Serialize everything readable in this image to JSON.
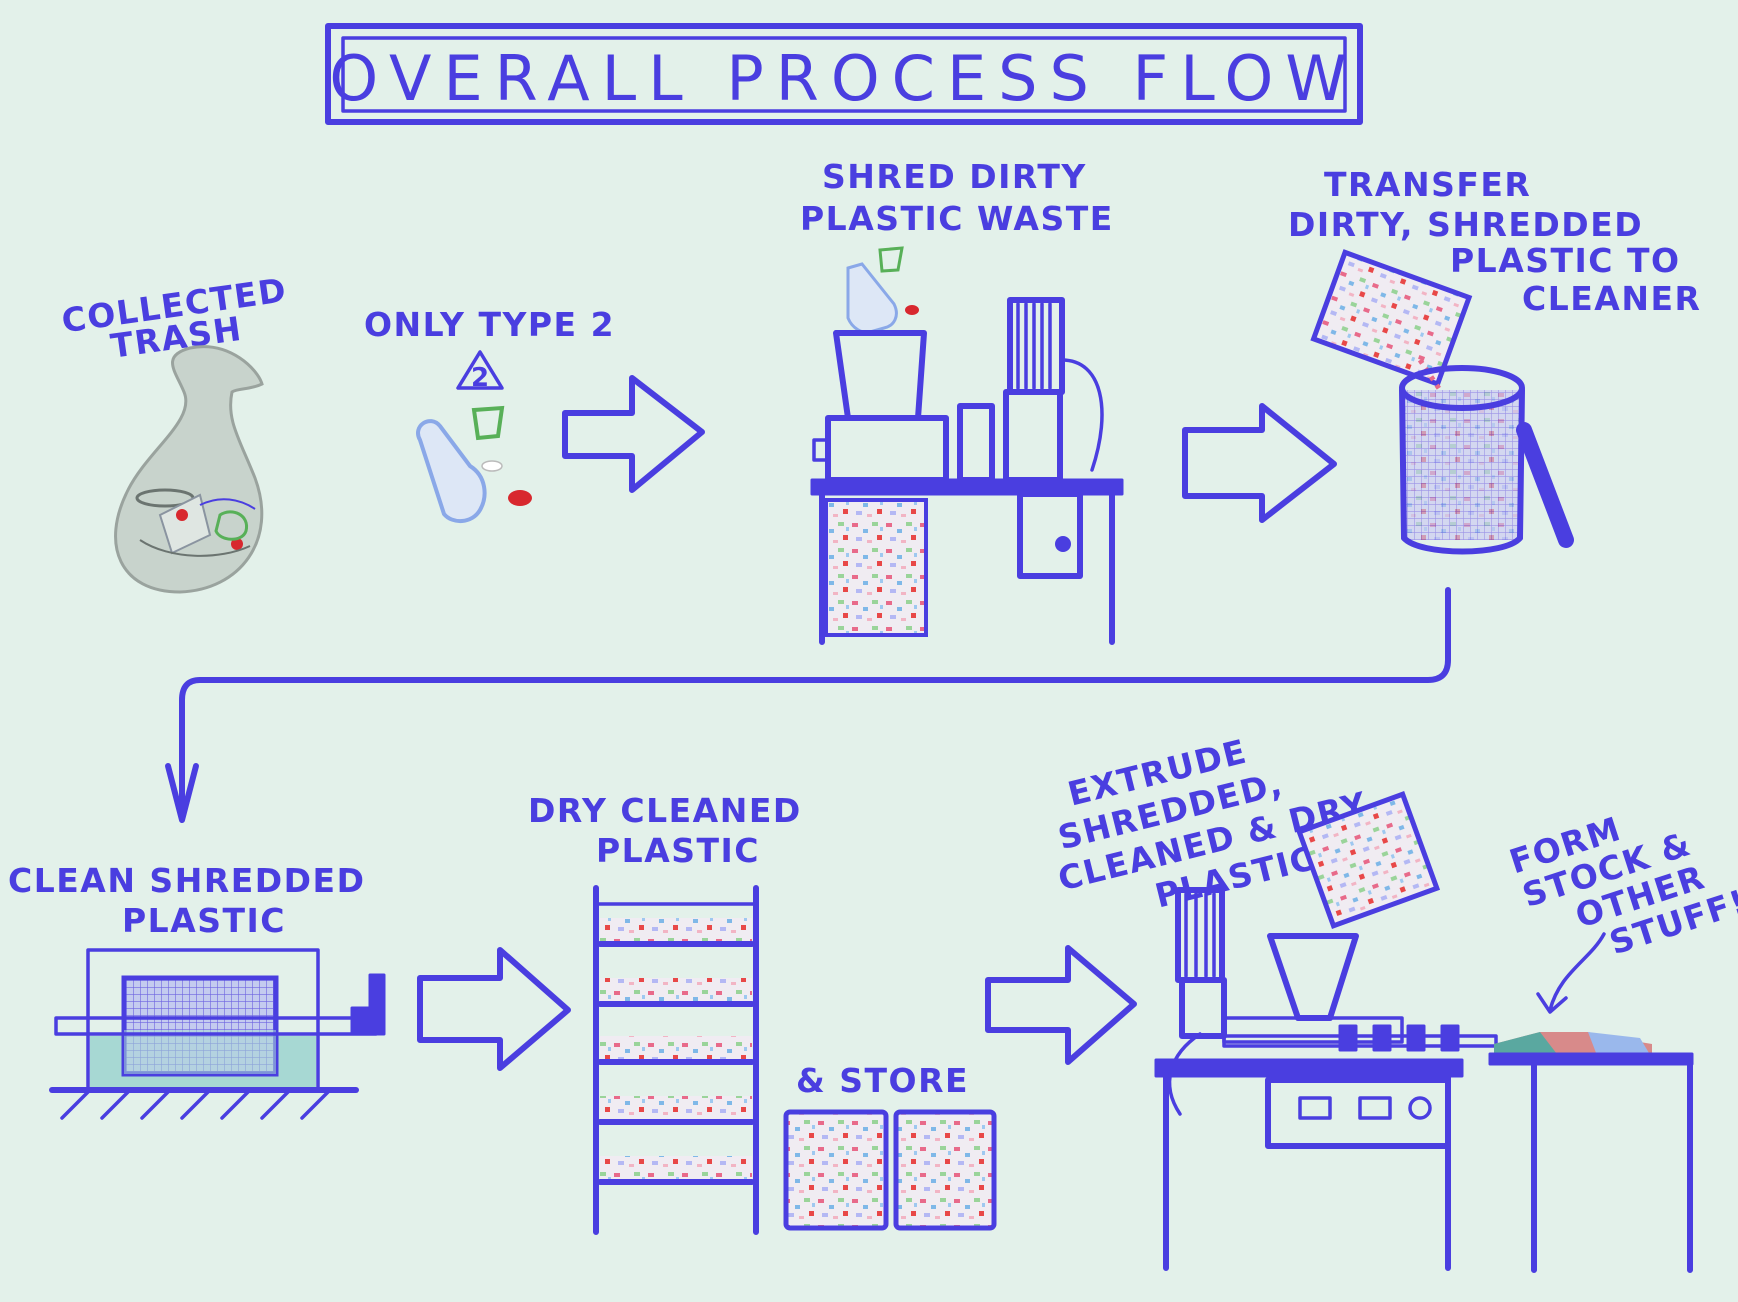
{
  "title": "OVERALL PROCESS FLOW",
  "steps": {
    "collected_trash": [
      "COLLECTED",
      "TRASH"
    ],
    "only_type2": "ONLY TYPE 2",
    "recycle_code": "2",
    "shred": [
      "SHRED DIRTY",
      "PLASTIC WASTE"
    ],
    "transfer": [
      "TRANSFER",
      "DIRTY, SHREDDED",
      "PLASTIC TO",
      "CLEANER"
    ],
    "clean": [
      "CLEAN SHREDDED",
      "PLASTIC"
    ],
    "dry": [
      "DRY CLEANED",
      "PLASTIC"
    ],
    "store": "& STORE",
    "extrude": [
      "EXTRUDE",
      "SHREDDED,",
      "CLEANED & DRY",
      "PLASTIC"
    ],
    "form": [
      "FORM",
      "STOCK &",
      "OTHER",
      "STUFF!"
    ]
  },
  "colors": {
    "background": "#e3f1ea",
    "ink": "#4a3ee0",
    "bag": "#a8b0ac",
    "bottle_blue": "#8aa8e8",
    "cup_green": "#58b058",
    "cap_red": "#d8282e"
  }
}
